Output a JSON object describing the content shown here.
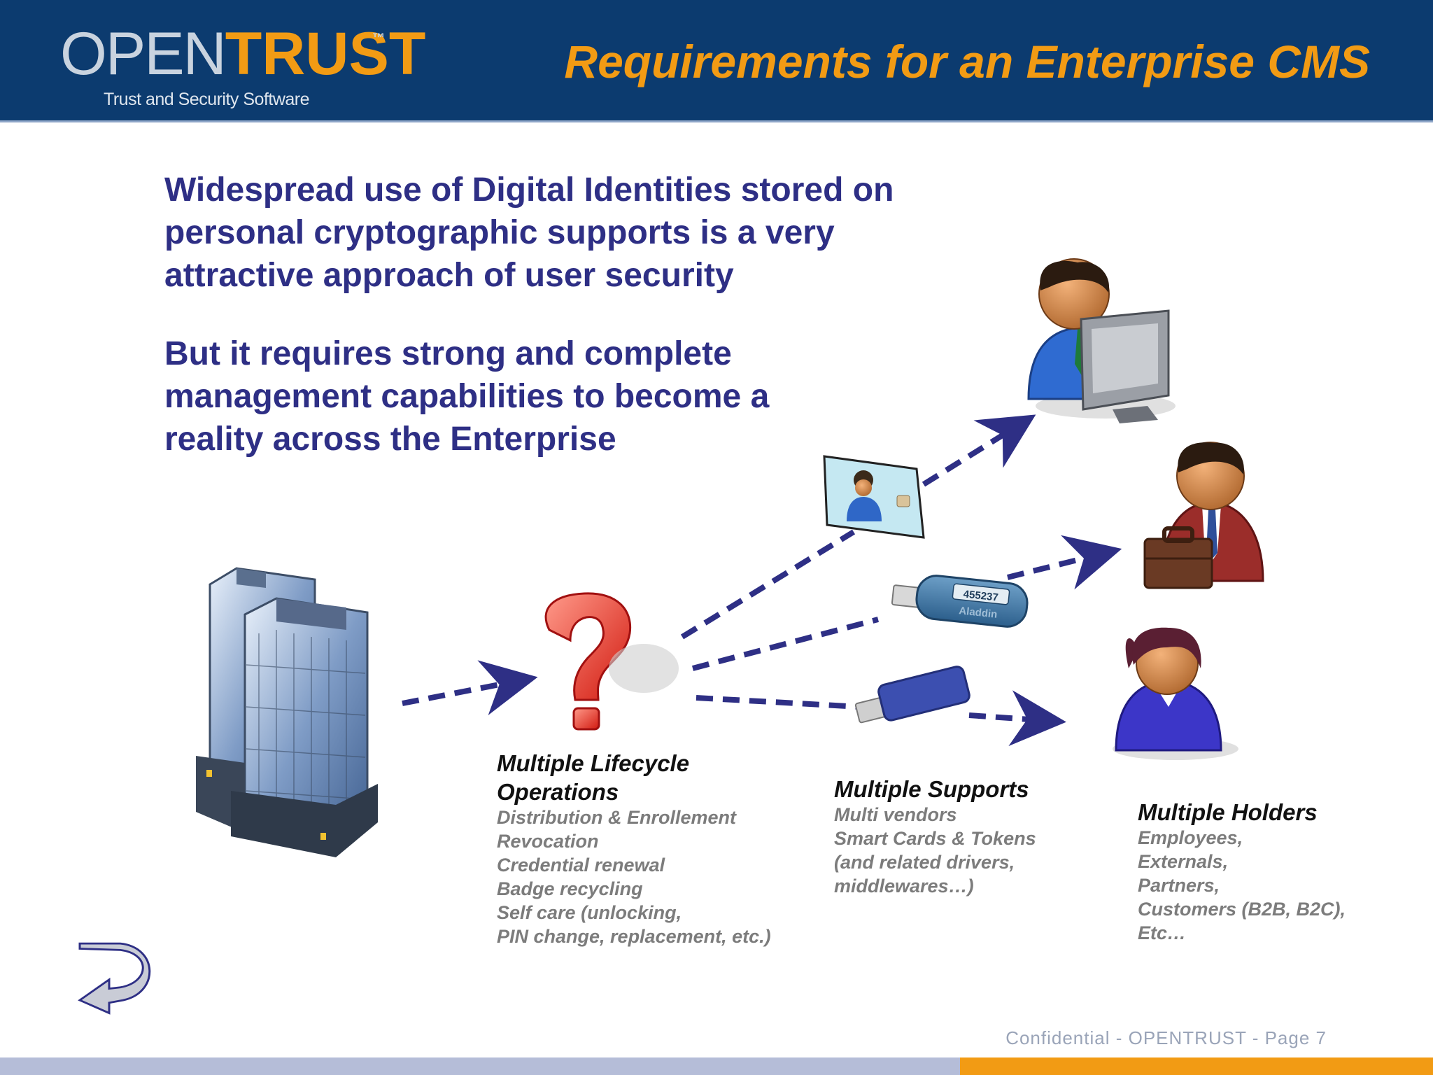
{
  "header": {
    "logo_open": "OPEN",
    "logo_trust": "TRUST",
    "logo_tm": "™",
    "logo_tagline": "Trust and Security Software",
    "title": "Requirements for an Enterprise CMS"
  },
  "body": {
    "paragraph1": "Widespread use of Digital Identities stored on personal cryptographic supports is a very attractive approach of user security",
    "paragraph2": "But it requires strong and complete management capabilities to become a reality across the Enterprise"
  },
  "lifecycle": {
    "title_line1": "Multiple Lifecycle",
    "title_line2": "Operations",
    "items": [
      "Distribution & Enrollement",
      "Revocation",
      "Credential renewal",
      "Badge recycling",
      "Self care (unlocking,",
      "PIN change, replacement, etc.)"
    ]
  },
  "supports": {
    "title": "Multiple Supports",
    "items": [
      "Multi vendors",
      "Smart Cards & Tokens",
      "(and related drivers,",
      "middlewares…)"
    ]
  },
  "holders": {
    "title": "Multiple Holders",
    "items": [
      "Employees,",
      "Externals,",
      "Partners,",
      "Customers (B2B, B2C),",
      "Etc…"
    ]
  },
  "token_labels": {
    "aladdin_number": "455237",
    "aladdin_brand": "Aladdin"
  },
  "footer": {
    "text": "Confidential - OPENTRUST - Page  7"
  },
  "colors": {
    "header_bg": "#0c3b6f",
    "accent_orange": "#f29b14",
    "body_text": "#2e2f85",
    "arrow": "#2e2f85",
    "list_grey": "#7c7c7c",
    "footer_blue": "#b5bdd8"
  },
  "icons": [
    "office-building-icon",
    "question-mark-icon",
    "smart-card-icon",
    "usb-token-aladdin-icon",
    "usb-token-blue-icon",
    "employee-at-computer-icon",
    "partner-with-briefcase-icon",
    "customer-woman-icon",
    "back-arrow-icon"
  ]
}
